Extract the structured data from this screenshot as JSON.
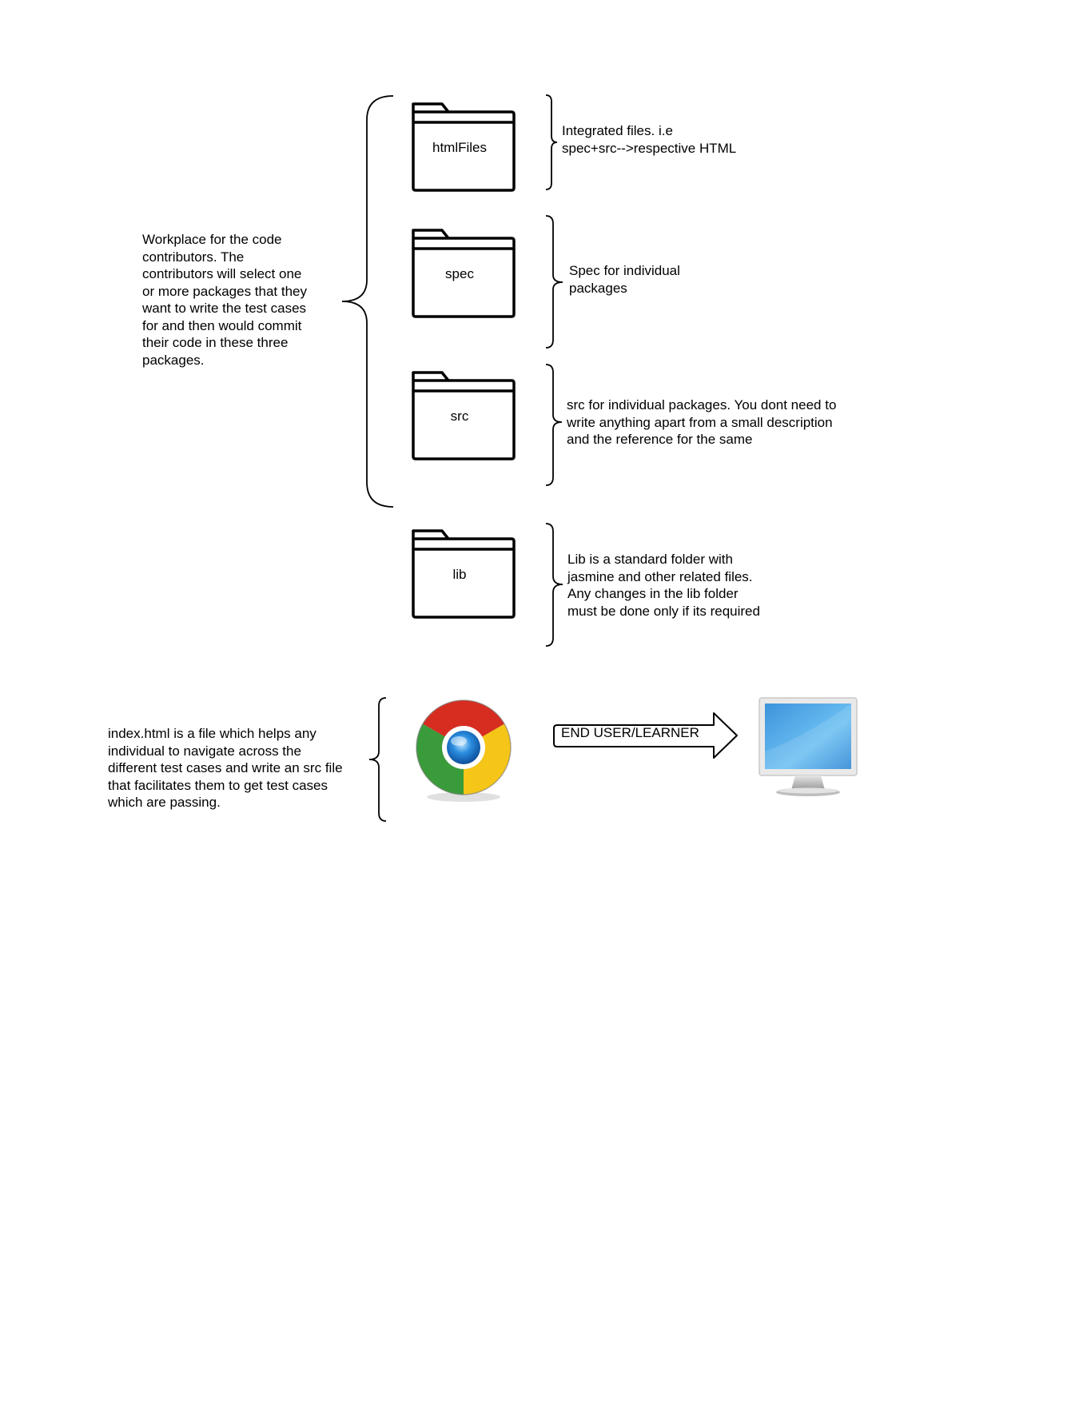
{
  "folders": [
    {
      "name": "htmlFiles",
      "description": "Integrated files. i.e\nspec+src-->respective HTML"
    },
    {
      "name": "spec",
      "description": "Spec for individual\npackages"
    },
    {
      "name": "src",
      "description": "src for individual packages. You dont need to\nwrite anything apart from a small description\nand the reference for the same"
    },
    {
      "name": "lib",
      "description": "Lib is a standard folder with\njasmine and other related files.\nAny changes in the lib folder\nmust be done only if its required"
    }
  ],
  "workplace_note": "Workplace for the code\ncontributors. The\ncontributors will select one\nor more packages that they\nwant to write the test cases\nfor and then would commit\ntheir code in these three\npackages.",
  "index_note": "index.html is a file which helps any\nindividual to navigate across the\ndifferent test cases and write an src file\nthat facilitates them to get test cases\nwhich are passing.",
  "arrow_label": "END USER/LEARNER",
  "icons": {
    "browser": "chrome-browser-icon",
    "monitor": "desktop-monitor-icon",
    "folder": "folder-icon"
  },
  "colors": {
    "stroke": "#000000",
    "chrome_red": "#d62d20",
    "chrome_green": "#3a9b3a",
    "chrome_yellow": "#f5c518",
    "chrome_blue": "#2b8de0",
    "monitor_screen": "#4aa6e6"
  }
}
